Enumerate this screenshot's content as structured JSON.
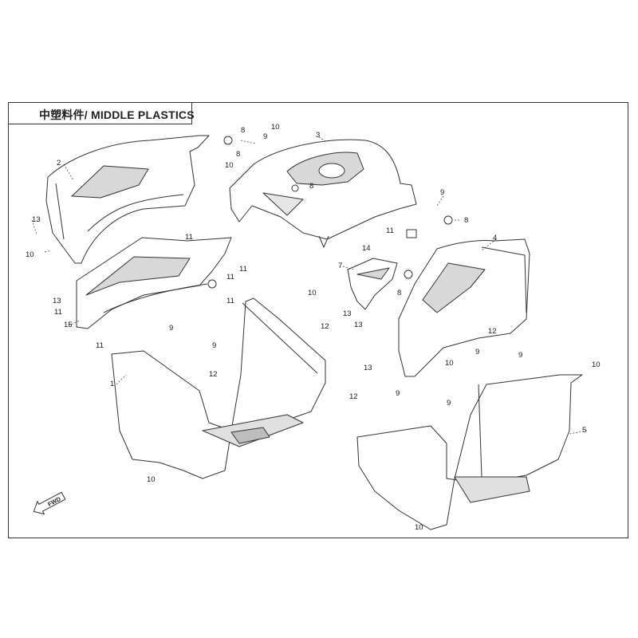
{
  "title": "中塑料件/ MIDDLE PLASTICS",
  "fwd_label": "FWD",
  "callouts": [
    "1",
    "2",
    "3",
    "4",
    "5",
    "7",
    "8",
    "9",
    "10",
    "11",
    "12",
    "13",
    "14",
    "15"
  ],
  "colors": {
    "line": "#333333",
    "panel": "#ffffff",
    "shade": "#d8d8d8"
  }
}
